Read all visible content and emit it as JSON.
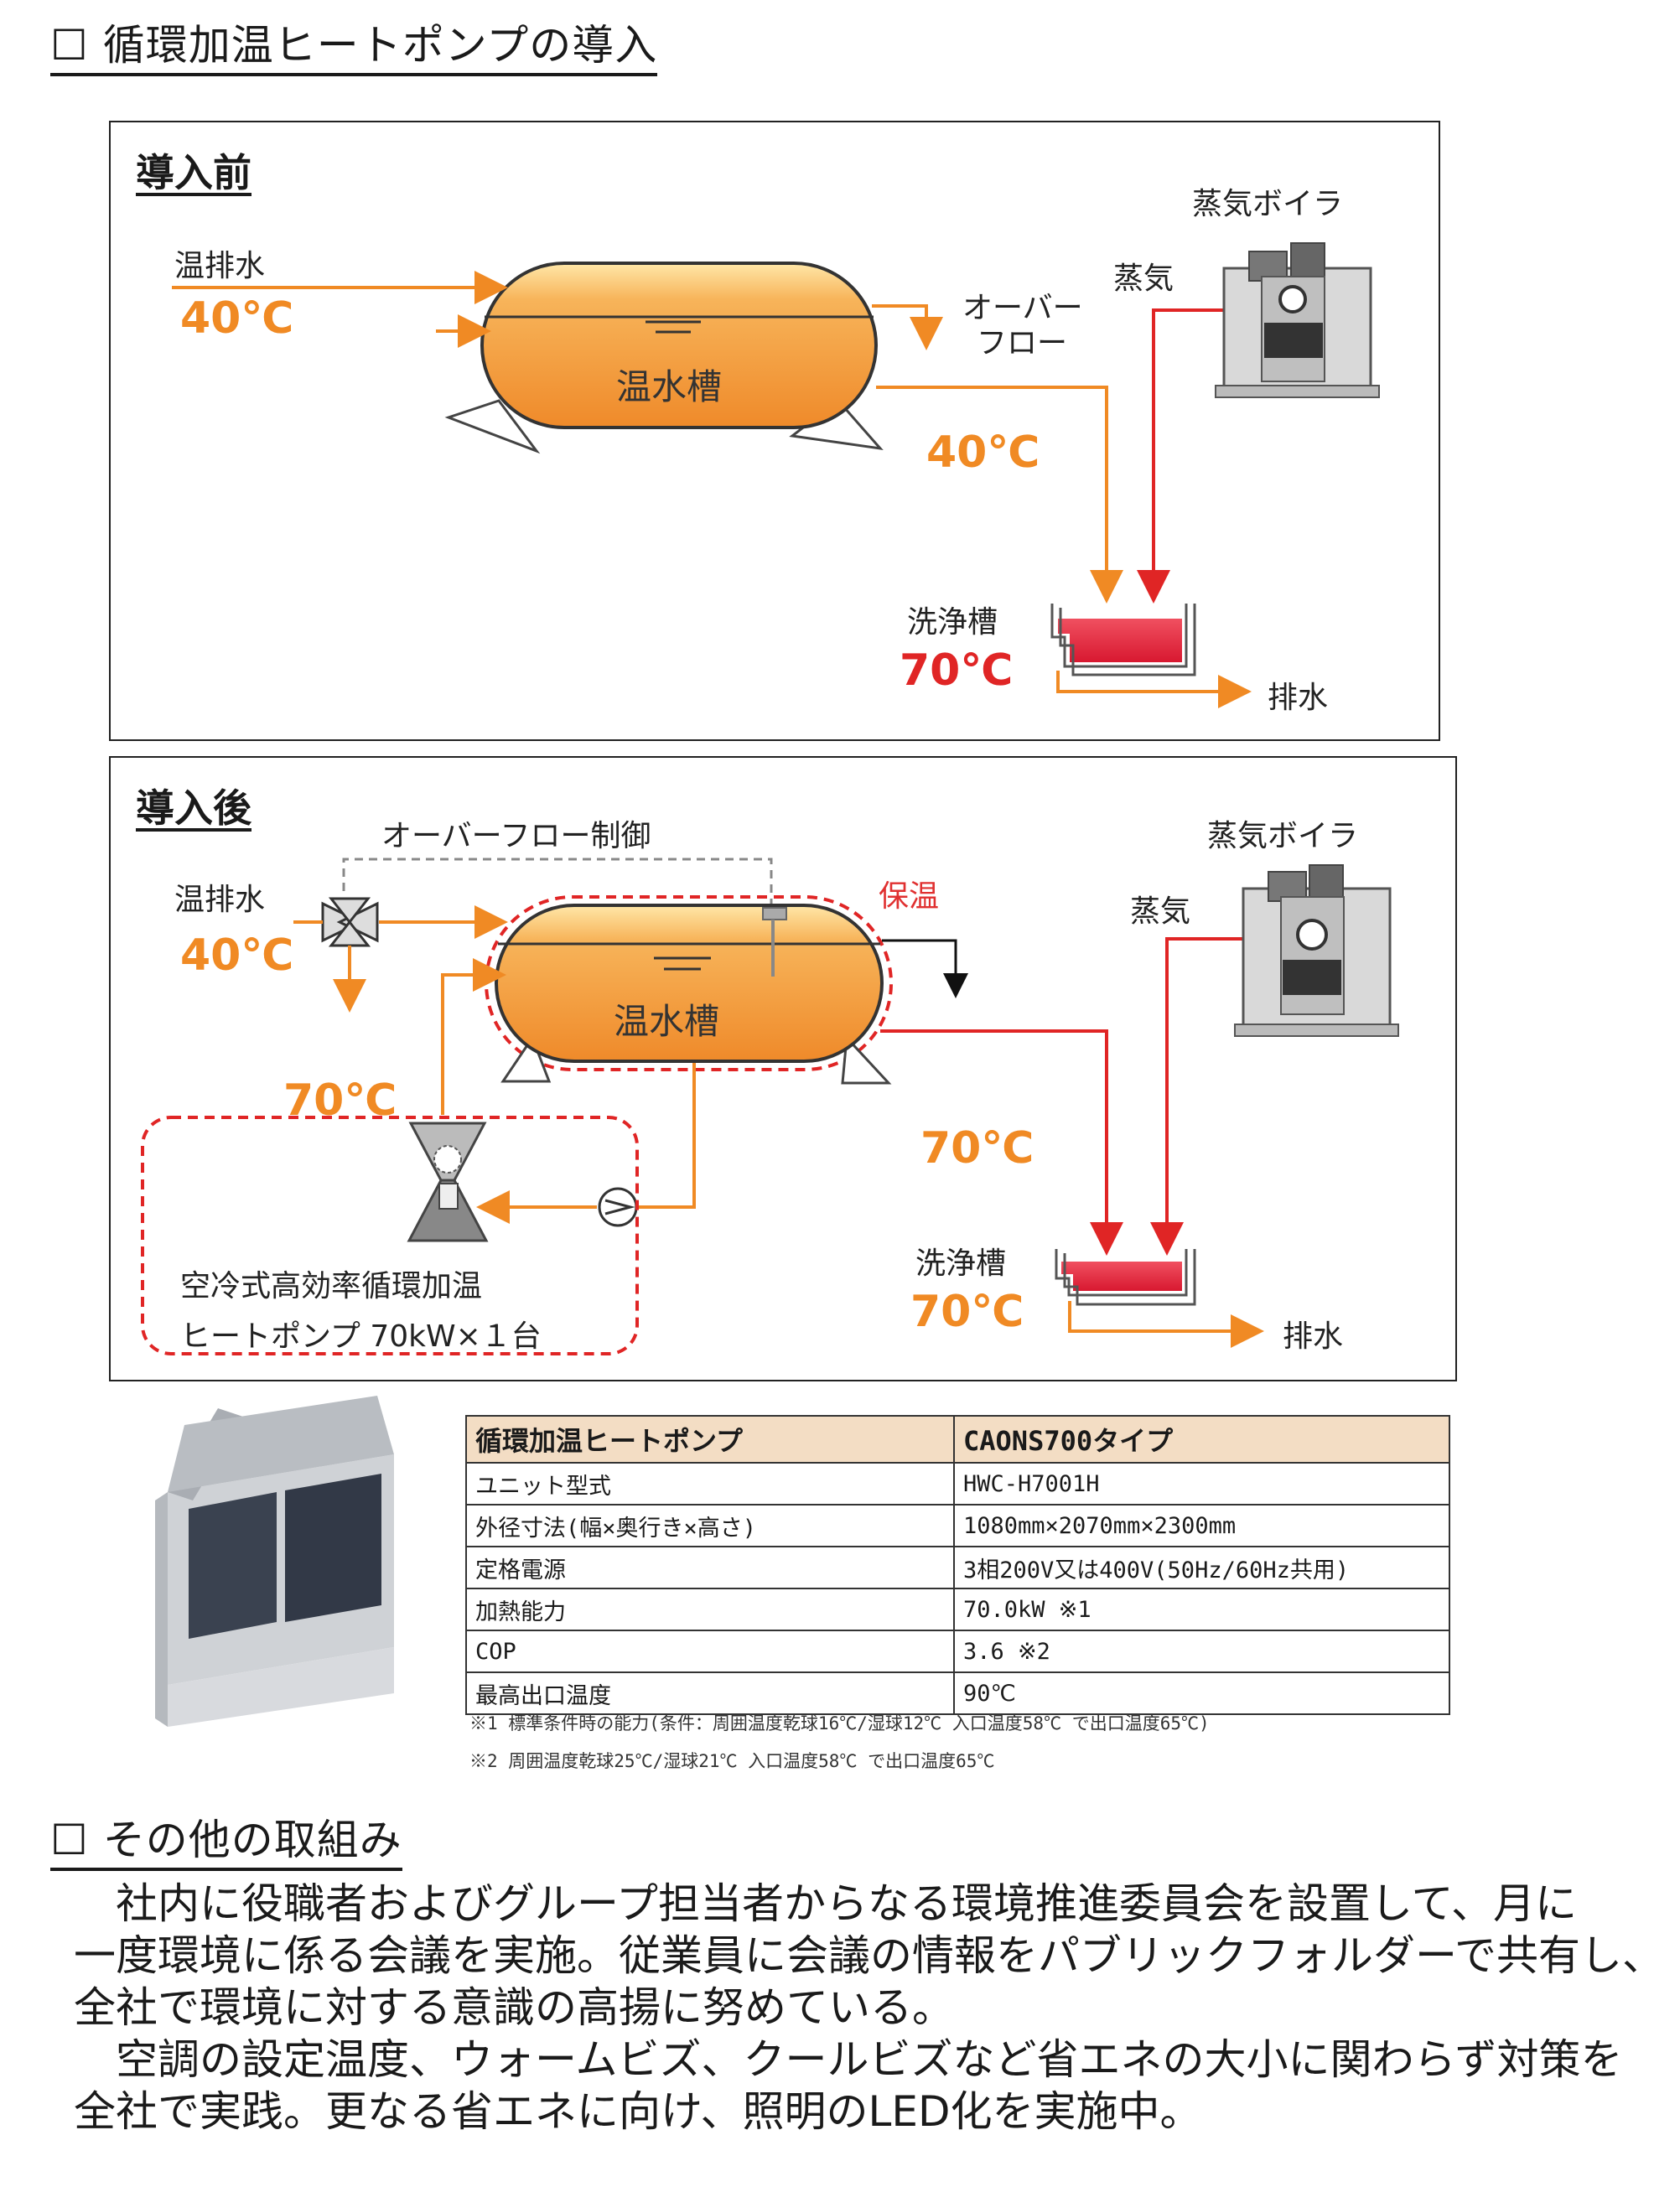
{
  "section1": {
    "marker": "☐",
    "title": "循環加温ヒートポンプの導入"
  },
  "before": {
    "title": "導入前",
    "inflow_label": "温排水",
    "inflow_temp": "40℃",
    "tank_label": "温水槽",
    "overflow_label_1": "オーバー",
    "overflow_label_2": "フロー",
    "boiler_label": "蒸気ボイラ",
    "steam_label": "蒸気",
    "outflow_temp": "40℃",
    "wash_label": "洗浄槽",
    "wash_temp": "70℃",
    "drain_label": "排水"
  },
  "after": {
    "title": "導入後",
    "overflow_ctrl_label": "オーバーフロー制御",
    "inflow_label": "温排水",
    "inflow_temp": "40℃",
    "insulation_label": "保温",
    "tank_label": "温水槽",
    "boiler_label": "蒸気ボイラ",
    "steam_label": "蒸気",
    "hp_temp": "70℃",
    "outflow_temp": "70℃",
    "wash_label": "洗浄槽",
    "wash_temp": "70℃",
    "drain_label": "排水",
    "hp_desc_1": "空冷式高効率循環加温",
    "hp_desc_2": "ヒートポンプ 70kW×１台"
  },
  "spec_table": {
    "header": [
      "循環加温ヒートポンプ",
      "CAONS700タイプ"
    ],
    "rows": [
      [
        "ユニット型式",
        "HWC-H7001H"
      ],
      [
        "外径寸法(幅×奥行き×高さ)",
        "1080mm×2070mm×2300mm"
      ],
      [
        "定格電源",
        "3相200V又は400V(50Hz/60Hz共用)"
      ],
      [
        "加熱能力",
        "70.0kW ※1"
      ],
      [
        "COP",
        "3.6 ※2"
      ],
      [
        "最高出口温度",
        "90℃"
      ]
    ],
    "note1": "※1 標準条件時の能力(条件：周囲温度乾球16℃/湿球12℃ 入口温度58℃ で出口温度65℃)",
    "note2": "※2 周囲温度乾球25℃/湿球21℃ 入口温度58℃ で出口温度65℃"
  },
  "section2": {
    "marker": "☐",
    "title": "その他の取組み",
    "lines": [
      "　社内に役職者およびグループ担当者からなる環境推進委員会を設置して、月に",
      "一度環境に係る会議を実施。従業員に会議の情報をパブリックフォルダーで共有し、",
      "全社で環境に対する意識の高揚に努めている。",
      "　空調の設定温度、ウォームビズ、クールビズなど省エネの大小に関わらず対策を",
      "全社で実践。更なる省エネに向け、照明のLED化を実施中。"
    ]
  },
  "colors": {
    "orange": "#f08a24",
    "red": "#e02525",
    "tank": "#f29a3c",
    "table_header": "#f3ddc4"
  }
}
